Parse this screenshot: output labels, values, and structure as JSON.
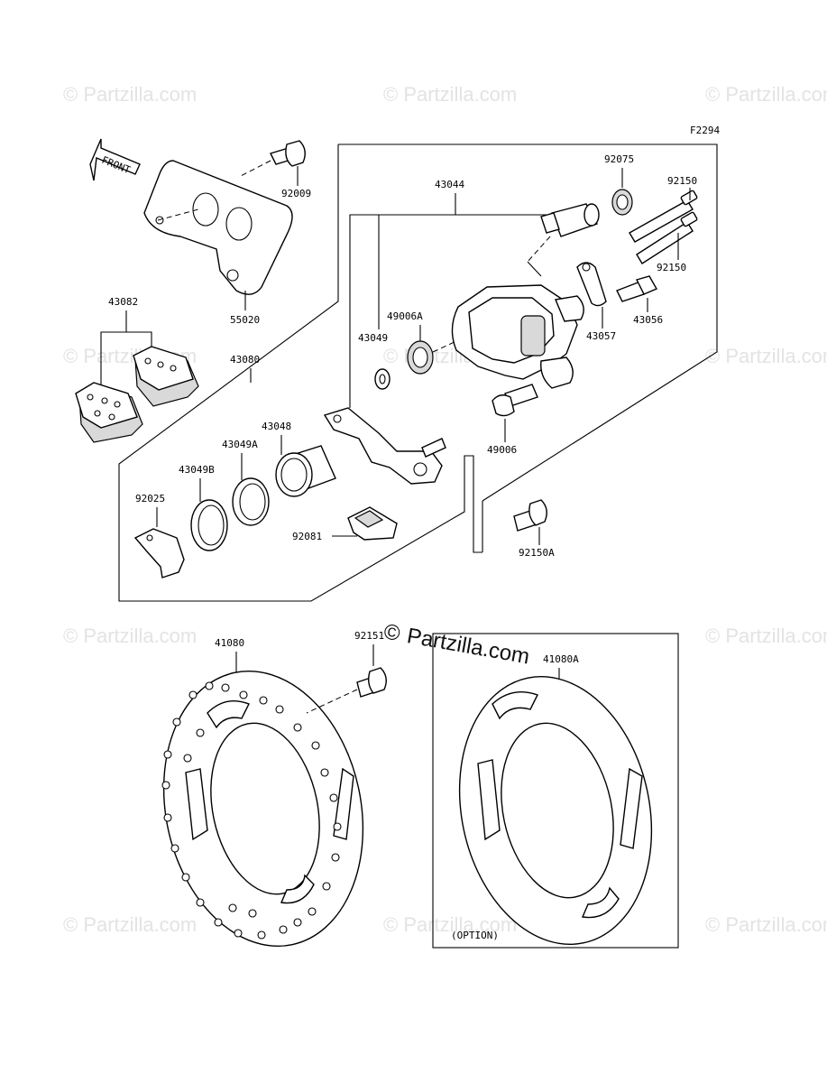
{
  "diagram": {
    "figure_code": "F2294",
    "front_arrow_label": "FRONT",
    "option_label": "(OPTION)",
    "watermark_small": "© Partzilla.com",
    "watermark_big_symbol": "©",
    "watermark_big_text": "Partzilla.com",
    "callouts": {
      "p92009": "92009",
      "p55020": "55020",
      "p43082": "43082",
      "p43080": "43080",
      "p43044": "43044",
      "p92075": "92075",
      "p92150_top": "92150",
      "p92150_bottom": "92150",
      "p43056": "43056",
      "p43057": "43057",
      "p49006A": "49006A",
      "p43049": "43049",
      "p49006": "49006",
      "p43048": "43048",
      "p43049A": "43049A",
      "p43049B": "43049B",
      "p92025": "92025",
      "p92081": "92081",
      "p92150A": "92150A",
      "p41080": "41080",
      "p92151": "92151",
      "p41080A": "41080A"
    }
  }
}
